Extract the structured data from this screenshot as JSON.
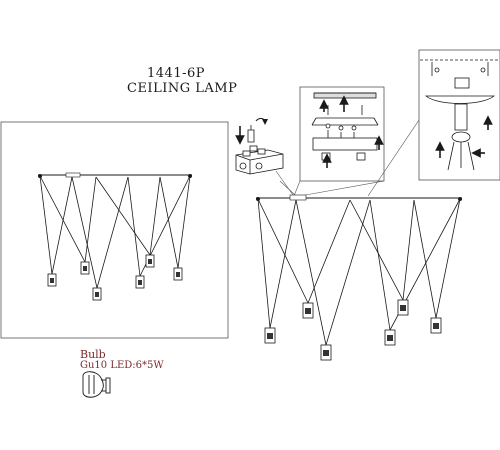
{
  "header": {
    "model": "1441-6P",
    "title": "CEILING LAMP"
  },
  "bulb": {
    "title": "Bulb",
    "spec": "Gu10  LED:6*5W"
  },
  "colors": {
    "line": "#1a1a1a",
    "bulb_text": "#7a2a2a"
  },
  "icons": {
    "arrow": "up-down-arrow-icon",
    "bulb": "gu10-bulb-icon"
  }
}
